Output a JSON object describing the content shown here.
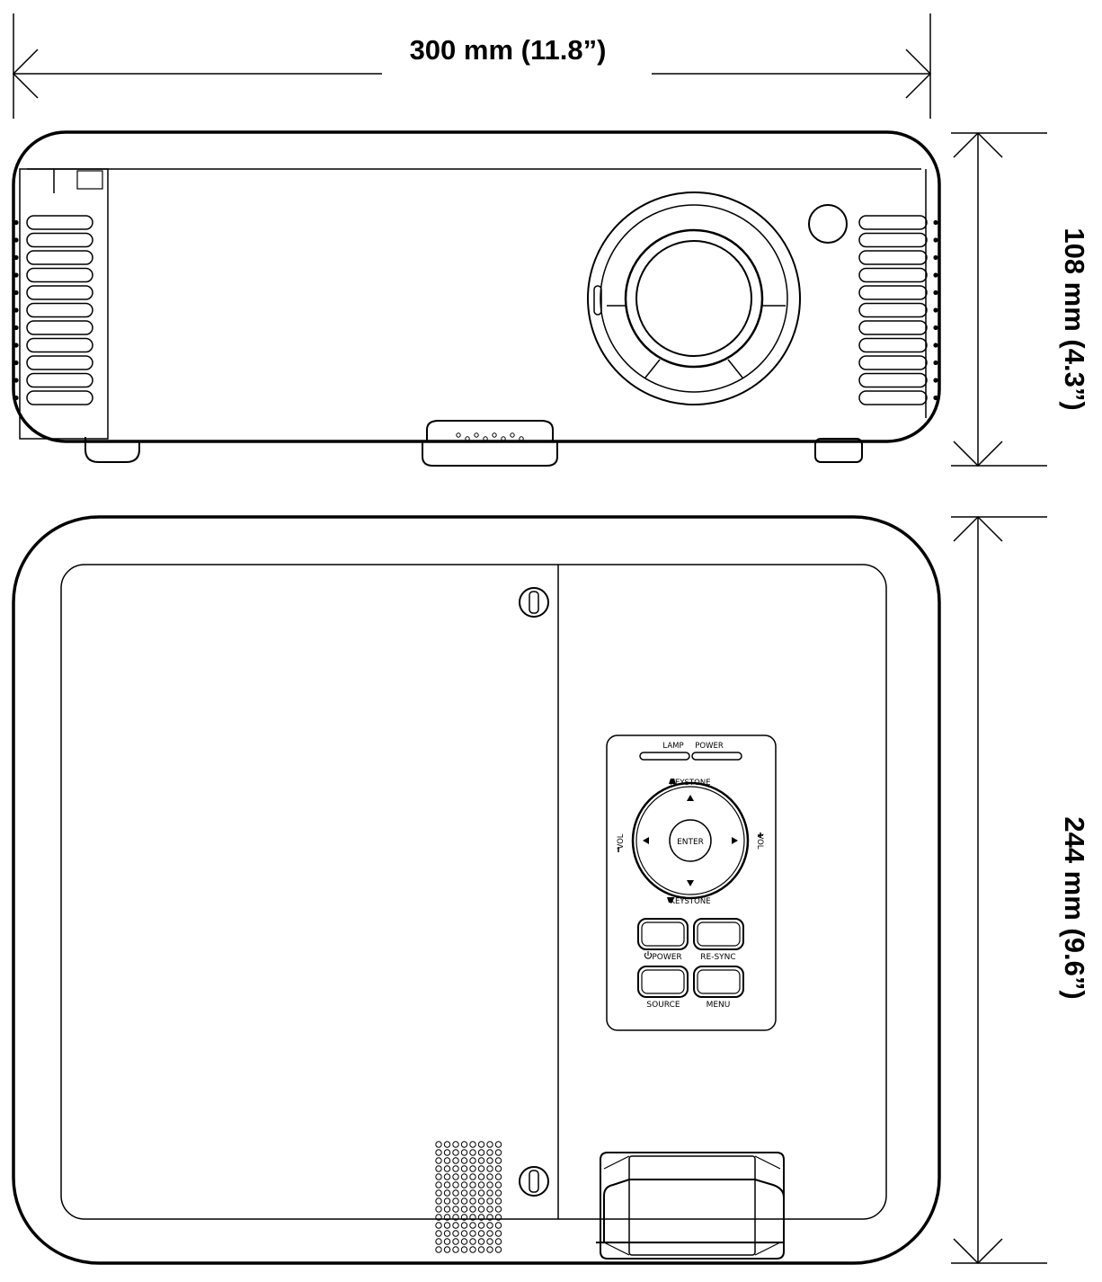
{
  "dimensions": {
    "width_label": "300 mm (11.8”)",
    "height_label": "108 mm (4.3”)",
    "depth_label": "244 mm (9.6”)"
  },
  "control_panel": {
    "indicator_lamp": "LAMP",
    "indicator_power": "POWER",
    "keystone_top": "KEYSTONE",
    "keystone_bottom": "KEYSTONE",
    "vol_minus": "VOL",
    "vol_plus": "VOL",
    "enter_label": "ENTER",
    "power_button": "POWER",
    "resync_button": "RE-SYNC",
    "source_button": "SOURCE",
    "menu_button": "MENU"
  },
  "icons": {
    "power_symbol": "power-icon",
    "arrows": [
      "arrow-up-icon",
      "arrow-down-icon",
      "arrow-left-icon",
      "arrow-right-icon"
    ]
  },
  "colors": {
    "line": "#000000",
    "background": "#ffffff"
  }
}
